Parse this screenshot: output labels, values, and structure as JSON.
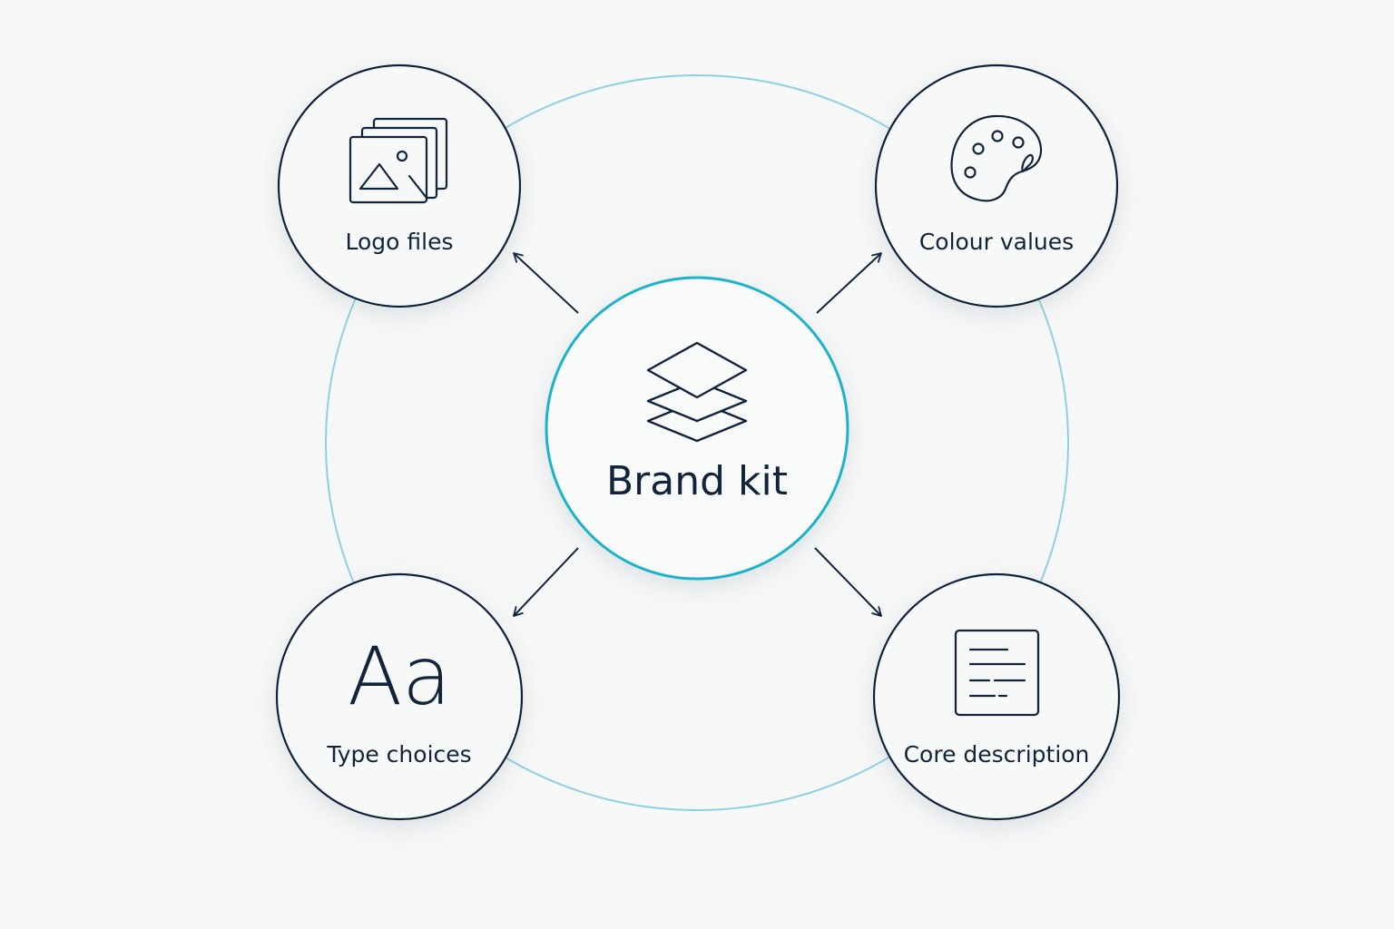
{
  "center": {
    "label": "Brand kit",
    "icon": "layers-icon"
  },
  "nodes": [
    {
      "id": "logo",
      "label": "Logo files",
      "icon": "image-stack-icon"
    },
    {
      "id": "colour",
      "label": "Colour values",
      "icon": "palette-icon"
    },
    {
      "id": "type",
      "label": "Type choices",
      "icon": "typography-icon",
      "glyph": "Aa"
    },
    {
      "id": "core",
      "label": "Core description",
      "icon": "document-icon"
    }
  ],
  "colors": {
    "background": "#f6f7f7",
    "stroke": "#11243a",
    "accent": "#1fb3c9",
    "ring": "#8fcfe0"
  }
}
